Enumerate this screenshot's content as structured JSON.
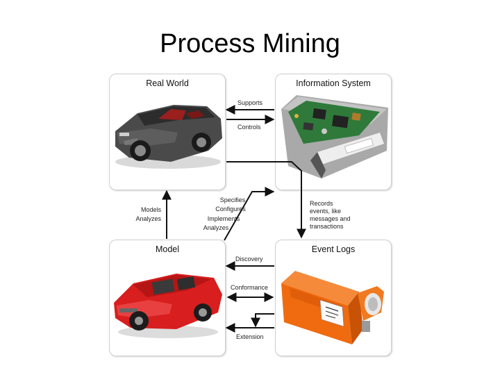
{
  "title": "Process Mining",
  "boxes": {
    "real_world": "Real World",
    "information_system": "Information System",
    "model": "Model",
    "event_logs": "Event Logs"
  },
  "labels": {
    "supports": "Supports",
    "controls": "Controls",
    "models": "Models",
    "analyzes_left": "Analyzes",
    "specifies": "Specifies",
    "configures": "Configures",
    "implements": "Implements",
    "analyzes_center": "Analyzes",
    "records": [
      "Records",
      "events, like",
      "messages and",
      "transactions"
    ],
    "discovery": "Discovery",
    "conformance": "Conformance",
    "extension": "Extension"
  },
  "colors": {
    "arrow": "#111111",
    "car_gray": "#4a4a4a",
    "car_red": "#d81e1e",
    "circuit_green": "#2f7a3a",
    "recorder_orange": "#f06a10"
  },
  "images": {
    "real_world": "gray-sports-car-photo",
    "information_system": "circuit-board-ecu-photo",
    "model": "red-lego-car-model",
    "event_logs": "orange-flight-recorder-photo"
  }
}
